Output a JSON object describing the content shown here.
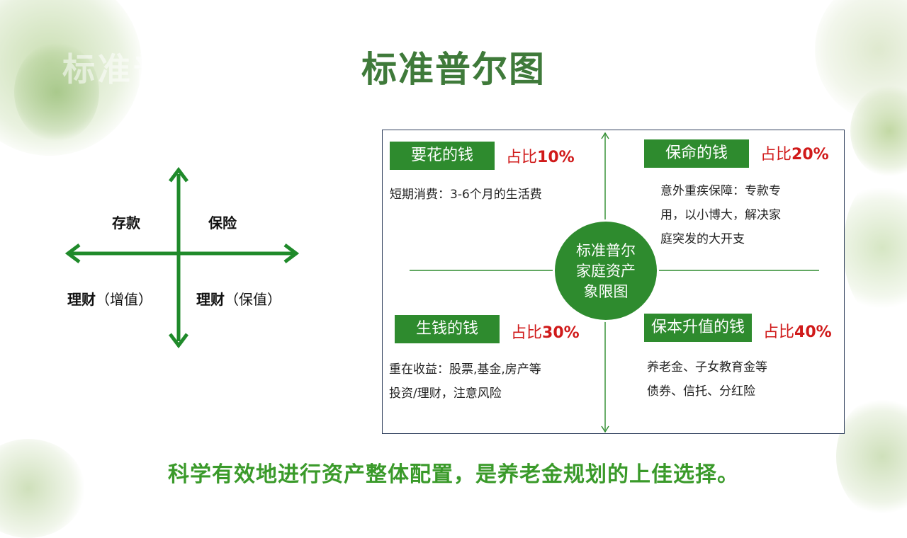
{
  "page": {
    "ghost_title": "标准普尔图",
    "title": "标准普尔图",
    "bottom_text": "科学有效地进行资产整体配置，是养老金规划的上佳选择。"
  },
  "cross_diagram": {
    "top_left": "存款",
    "top_right": "保险",
    "bottom_left_bold": "理财",
    "bottom_left_paren": "（增值）",
    "bottom_right_bold": "理财",
    "bottom_right_paren": "（保值）",
    "arrow_color": "#1f8a2a"
  },
  "box": {
    "center_lines": [
      "标准普尔",
      "家庭资产",
      "象限图"
    ],
    "quadrants": [
      {
        "tag": "要花的钱",
        "pct_prefix": "占比",
        "pct": "10%",
        "lines": [
          "短期消费：3-6个月的生活费"
        ]
      },
      {
        "tag": "保命的钱",
        "pct_prefix": "占比",
        "pct": "20%",
        "lines": [
          "意外重疾保障：专款专",
          "用，以小博大，解决家",
          "庭突发的大开支"
        ]
      },
      {
        "tag": "生钱的钱",
        "pct_prefix": "占比",
        "pct": "30%",
        "lines": [
          "重在收益：股票,基金,房产等",
          "投资/理财，注意风险"
        ]
      },
      {
        "tag": "保本升值的钱",
        "pct_prefix": "占比",
        "pct": "40%",
        "lines": [
          "养老金、子女教育金等",
          "债券、信托、分红险"
        ]
      }
    ]
  },
  "colors": {
    "title_green": "#3f7a3a",
    "tag_green": "#2e8b2e",
    "pct_red": "#d01a1a",
    "bottom_green": "#3a9a2a"
  }
}
